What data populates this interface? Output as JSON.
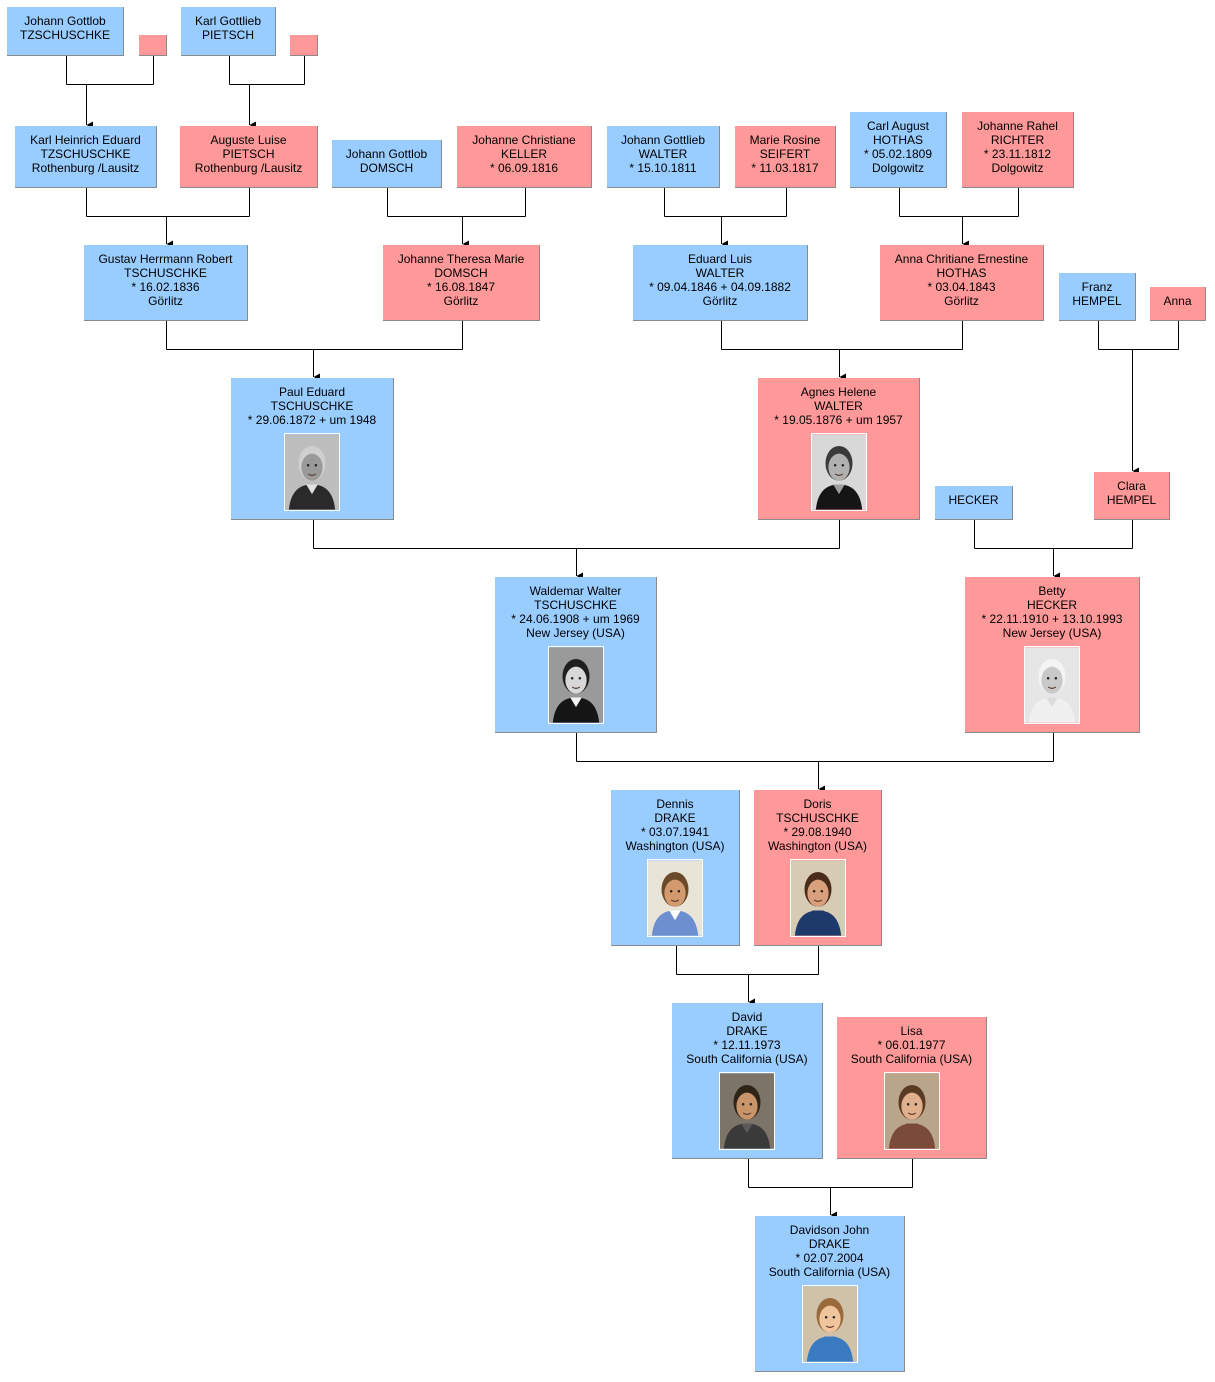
{
  "persons": [
    {
      "id": "jg_tzschuschke",
      "sex": "m",
      "lines": [
        "Johann Gottlob",
        "TZSCHUSCHKE"
      ]
    },
    {
      "id": "unknown_wife_1",
      "sex": "f",
      "lines": []
    },
    {
      "id": "kg_pietsch",
      "sex": "m",
      "lines": [
        "Karl Gottlieb",
        "PIETSCH"
      ]
    },
    {
      "id": "unknown_wife_2",
      "sex": "f",
      "lines": []
    },
    {
      "id": "khe_tzschuschke",
      "sex": "m",
      "lines": [
        "Karl Heinrich Eduard",
        "TZSCHUSCHKE",
        "Rothenburg /Lausitz"
      ]
    },
    {
      "id": "al_pietsch",
      "sex": "f",
      "lines": [
        "Auguste Luise",
        "PIETSCH",
        "Rothenburg /Lausitz"
      ]
    },
    {
      "id": "jg_domsch",
      "sex": "m",
      "lines": [
        "Johann Gottlob",
        "DOMSCH"
      ]
    },
    {
      "id": "jc_keller",
      "sex": "f",
      "lines": [
        "Johanne Christiane",
        "KELLER",
        "* 06.09.1816"
      ]
    },
    {
      "id": "jg_walter",
      "sex": "m",
      "lines": [
        "Johann Gottlieb",
        "WALTER",
        "* 15.10.1811"
      ]
    },
    {
      "id": "mr_seifert",
      "sex": "f",
      "lines": [
        "Marie Rosine",
        "SEIFERT",
        "* 11.03.1817"
      ]
    },
    {
      "id": "ca_hothas",
      "sex": "m",
      "lines": [
        "Carl August",
        "HOTHAS",
        "* 05.02.1809",
        "Dolgowitz"
      ]
    },
    {
      "id": "jr_richter",
      "sex": "f",
      "lines": [
        "Johanne Rahel",
        "RICHTER",
        "* 23.11.1812",
        "Dolgowitz"
      ]
    },
    {
      "id": "ghr_tschuschke",
      "sex": "m",
      "lines": [
        "Gustav Herrmann Robert",
        "TSCHUSCHKE",
        "* 16.02.1836",
        "Görlitz"
      ]
    },
    {
      "id": "jtm_domsch",
      "sex": "f",
      "lines": [
        "Johanne Theresa Marie",
        "DOMSCH",
        "* 16.08.1847",
        "Görlitz"
      ]
    },
    {
      "id": "el_walter",
      "sex": "m",
      "lines": [
        "Eduard Luis",
        "WALTER",
        "* 09.04.1846  + 04.09.1882",
        "Görlitz"
      ]
    },
    {
      "id": "ace_hothas",
      "sex": "f",
      "lines": [
        "Anna Chritiane Ernestine",
        "HOTHAS",
        "* 03.04.1843",
        "Görlitz"
      ]
    },
    {
      "id": "f_hempel",
      "sex": "m",
      "lines": [
        "Franz",
        "HEMPEL"
      ]
    },
    {
      "id": "anna",
      "sex": "f",
      "lines": [
        "Anna"
      ]
    },
    {
      "id": "pe_tschuschke",
      "sex": "m",
      "lines": [
        "Paul Eduard",
        "TSCHUSCHKE",
        "* 29.06.1872  + um 1948"
      ],
      "photo": "old-man"
    },
    {
      "id": "ah_walter",
      "sex": "f",
      "lines": [
        "Agnes Helene",
        "WALTER",
        "* 19.05.1876  + um 1957"
      ],
      "photo": "old-woman"
    },
    {
      "id": "hecker",
      "sex": "m",
      "lines": [
        "HECKER"
      ]
    },
    {
      "id": "c_hempel",
      "sex": "f",
      "lines": [
        "Clara",
        "HEMPEL"
      ]
    },
    {
      "id": "ww_tschuschke",
      "sex": "m",
      "lines": [
        "Waldemar Walter",
        "TSCHUSCHKE",
        "* 24.06.1908  + um 1969",
        "New Jersey (USA)"
      ],
      "photo": "young-man-bw"
    },
    {
      "id": "b_hecker",
      "sex": "f",
      "lines": [
        "Betty",
        "HECKER",
        "* 22.11.1910  + 13.10.1993",
        "New Jersey (USA)"
      ],
      "photo": "bride"
    },
    {
      "id": "d_drake",
      "sex": "m",
      "lines": [
        "Dennis",
        "DRAKE",
        "* 03.07.1941",
        "Washington (USA)"
      ],
      "photo": "man-color"
    },
    {
      "id": "d_tschuschke",
      "sex": "f",
      "lines": [
        "Doris",
        "TSCHUSCHKE",
        "* 29.08.1940",
        "Washington (USA)"
      ],
      "photo": "woman-color"
    },
    {
      "id": "da_drake",
      "sex": "m",
      "lines": [
        "David",
        "DRAKE",
        "* 12.11.1973",
        "South California (USA)"
      ],
      "photo": "bearded-man"
    },
    {
      "id": "lisa",
      "sex": "f",
      "lines": [
        "Lisa",
        "* 06.01.1977",
        "South California (USA)"
      ],
      "photo": "young-woman"
    },
    {
      "id": "dj_drake",
      "sex": "m",
      "lines": [
        "Davidson John",
        "DRAKE",
        "* 02.07.2004",
        "South California (USA)"
      ],
      "photo": "child"
    }
  ],
  "families": [
    {
      "parents": [
        "jg_tzschuschke",
        "unknown_wife_1"
      ],
      "child": "khe_tzschuschke"
    },
    {
      "parents": [
        "kg_pietsch",
        "unknown_wife_2"
      ],
      "child": "al_pietsch"
    },
    {
      "parents": [
        "khe_tzschuschke",
        "al_pietsch"
      ],
      "child": "ghr_tschuschke"
    },
    {
      "parents": [
        "jg_domsch",
        "jc_keller"
      ],
      "child": "jtm_domsch"
    },
    {
      "parents": [
        "jg_walter",
        "mr_seifert"
      ],
      "child": "el_walter"
    },
    {
      "parents": [
        "ca_hothas",
        "jr_richter"
      ],
      "child": "ace_hothas"
    },
    {
      "parents": [
        "ghr_tschuschke",
        "jtm_domsch"
      ],
      "child": "pe_tschuschke"
    },
    {
      "parents": [
        "el_walter",
        "ace_hothas"
      ],
      "child": "ah_walter"
    },
    {
      "parents": [
        "f_hempel",
        "anna"
      ],
      "child": "c_hempel"
    },
    {
      "parents": [
        "pe_tschuschke",
        "ah_walter"
      ],
      "child": "ww_tschuschke"
    },
    {
      "parents": [
        "hecker",
        "c_hempel"
      ],
      "child": "b_hecker"
    },
    {
      "parents": [
        "ww_tschuschke",
        "b_hecker"
      ],
      "child": "d_tschuschke"
    },
    {
      "parents": [
        "d_drake",
        "d_tschuschke"
      ],
      "child": "da_drake"
    },
    {
      "parents": [
        "da_drake",
        "lisa"
      ],
      "child": "dj_drake"
    }
  ],
  "colors": {
    "male": "#99ccff",
    "female": "#ff9999",
    "connector": "#000000",
    "border": "#8a8a8a"
  }
}
